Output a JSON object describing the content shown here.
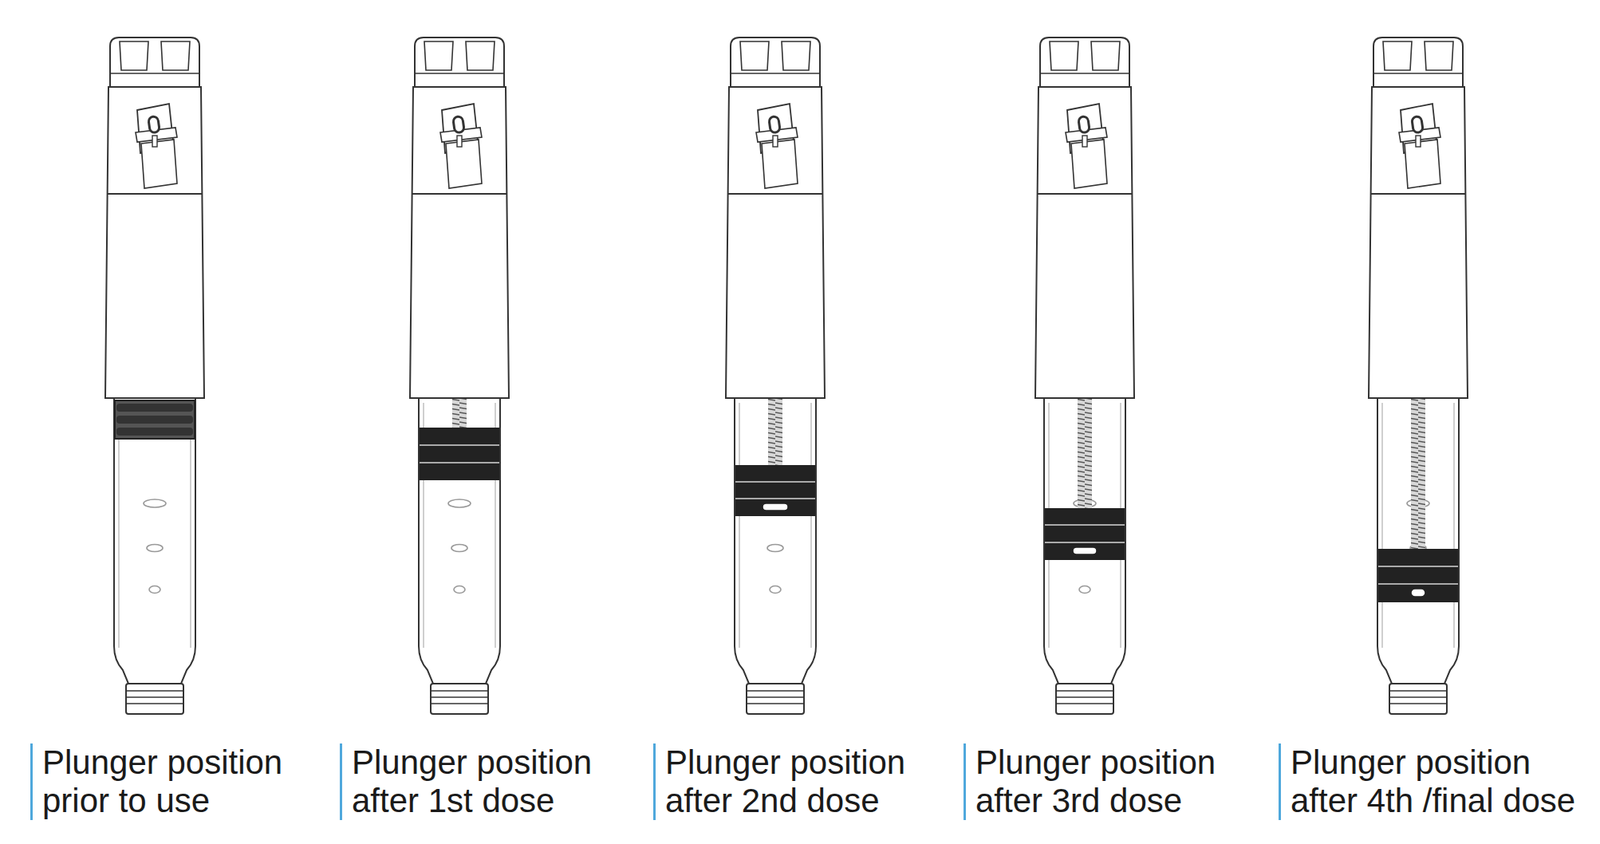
{
  "diagram": {
    "labels": [
      "Plunger position prior to use",
      "Plunger position after 1st dose",
      "Plunger position after 2nd dose",
      "Plunger position after 3rd dose",
      "Plunger position after 4th /final dose"
    ]
  }
}
